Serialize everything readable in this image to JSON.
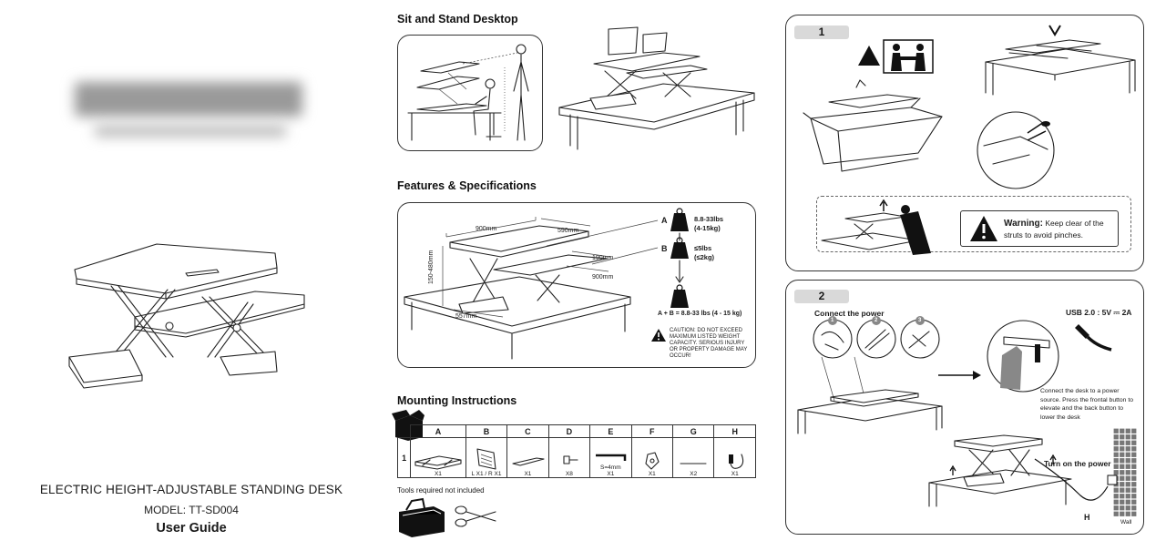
{
  "cover": {
    "product_title": "ELECTRIC HEIGHT-ADJUSTABLE STANDING DESK",
    "model": "MODEL: TT-SD004",
    "guide": "User Guide"
  },
  "sections": {
    "sit_stand_title": "Sit and Stand Desktop",
    "features_title": "Features & Specifications",
    "mounting_title": "Mounting Instructions"
  },
  "specs": {
    "dim_width": "900mm",
    "dim_depth": "590mm",
    "dim_height": "150-480mm",
    "dim_base": "557mm",
    "dim_kb_depth": "190mm",
    "dim_kb_width": "900mm",
    "label_a": "A",
    "label_b": "B",
    "weight_unit": "LB\nkg",
    "a_value": "8.8-33lbs",
    "a_value_kg": "(4-15kg)",
    "b_value": "≤5lbs",
    "b_value_kg": "(≤2kg)",
    "total": "A + B = 8.8-33 lbs (4 - 15 kg)",
    "caution": "CAUTION: DO NOT EXCEED MAXIMUM LISTED WEIGHT CAPACITY. SERIOUS INJURY OR PROPERTY DAMAGE MAY OCCUR!"
  },
  "parts_table": {
    "row_label": "1",
    "headers": [
      "A",
      "B",
      "C",
      "D",
      "E",
      "F",
      "G",
      "H"
    ],
    "counts": [
      "X1",
      "L X1 / R X1",
      "X1",
      "X8",
      "X1",
      "X1",
      "X2",
      "X1"
    ],
    "e_note": "S=4mm",
    "tools_note": "Tools required not included"
  },
  "step1": {
    "badge": "1",
    "warning_bold": "Warning:",
    "warning_text": "Keep clear of the struts to avoid pinches."
  },
  "step2": {
    "badge": "2",
    "connect_power": "Connect the power",
    "sub_steps": [
      "1",
      "2",
      "3"
    ],
    "usb_label": "USB 2.0 : 5V ⎓ 2A",
    "instructions": "Connect the desk to a power source. Press the frontal button to elevate and the back button to lower the desk",
    "turn_on": "Turn on the power",
    "h_label": "H",
    "wall_label": "Wall"
  },
  "colors": {
    "badge_bg": "#d9d9d9",
    "line": "#222222",
    "warning_fill": "#111111"
  }
}
